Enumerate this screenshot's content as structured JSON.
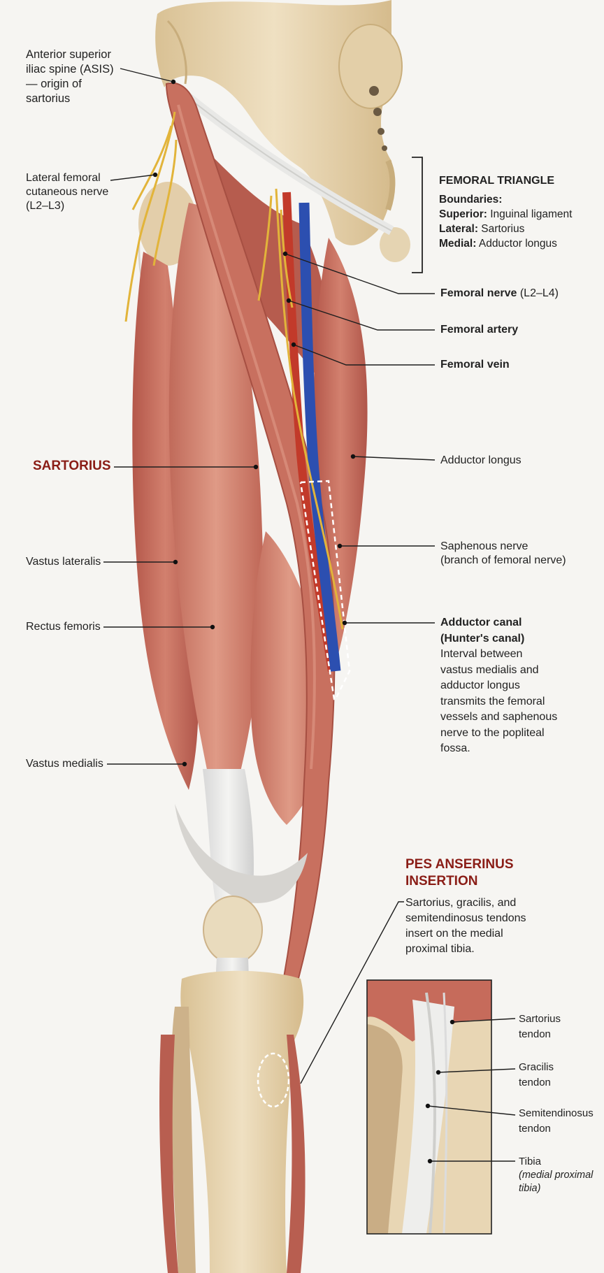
{
  "labels": {
    "asis": [
      "Anterior superior",
      "iliac spine (ASIS)",
      "— origin of",
      "sartorius"
    ],
    "lat_fem_cut": [
      "Lateral femoral",
      "cutaneous nerve",
      "(L2–L3)"
    ],
    "sartorius": "SARTORIUS",
    "vastus_lateralis": "Vastus lateralis",
    "rectus_femoris": "Rectus femoris",
    "vastus_medialis": "Vastus medialis",
    "femoral_nerve": {
      "name": "Femoral nerve",
      "roots": " (L2–L4)"
    },
    "femoral_artery": "Femoral artery",
    "femoral_vein": "Femoral vein",
    "adductor_longus": "Adductor longus",
    "saphenous": [
      "Saphenous nerve",
      "(branch of femoral nerve)"
    ],
    "adductor_canal": {
      "title": [
        "Adductor canal",
        "(Hunter's canal)"
      ],
      "desc": [
        "Interval between",
        "vastus medialis and",
        "adductor longus",
        "transmits the femoral",
        "vessels and saphenous",
        "nerve to the popliteal",
        "fossa."
      ]
    },
    "femoral_triangle": {
      "title": "FEMORAL TRIANGLE",
      "boundaries": "Boundaries:",
      "rows": [
        {
          "key": "Superior:",
          "val": " Inguinal ligament"
        },
        {
          "key": "Lateral:",
          "val": " Sartorius"
        },
        {
          "key": "Medial:",
          "val": " Adductor longus"
        }
      ]
    },
    "pes": {
      "title": [
        "PES ANSERINUS",
        "INSERTION"
      ],
      "desc": [
        "Sartorius, gracilis, and",
        "semitendinosus tendons",
        "insert on the medial",
        "proximal tibia."
      ]
    },
    "inset": {
      "sartorius_tendon": [
        "Sartorius",
        "tendon"
      ],
      "gracilis_tendon": [
        "Gracilis",
        "tendon"
      ],
      "semitendinosus_tendon": [
        "Semitendinosus",
        "tendon"
      ],
      "tibia": "Tibia",
      "tibia_note": [
        "(medial proximal",
        "tibia)"
      ]
    }
  },
  "colors": {
    "title_red": "#8a1d16",
    "muscle": "#c8705f",
    "bone": "#e6d3b0",
    "artery": "#c23a2a",
    "vein": "#2c4fb0",
    "nerve": "#e2b43a"
  }
}
